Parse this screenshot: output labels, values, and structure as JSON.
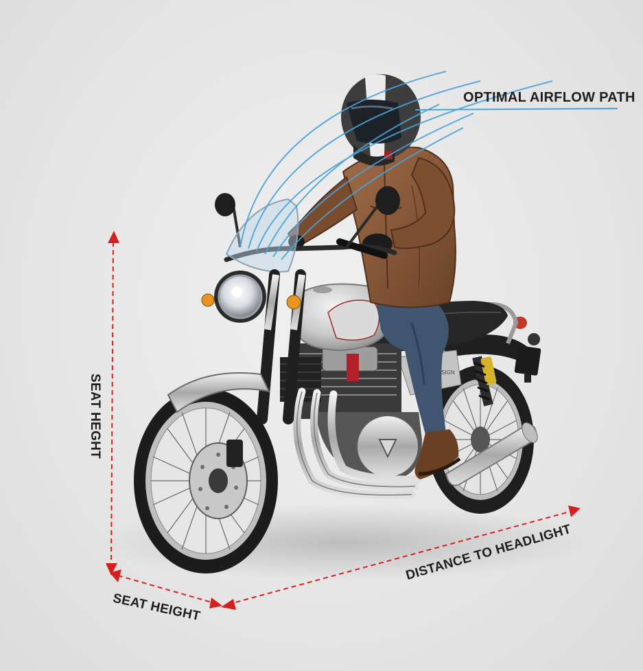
{
  "labels": {
    "airflow": "OPTIMAL AIRFLOW PATH",
    "seat_height_vertical": "SEAT HEGHT",
    "seat_height_horizontal": "SEAT HEIGHT",
    "distance_to_headlight": "DISTANCE TO HEADLIGHT"
  },
  "colors": {
    "dimension_line": "#d62020",
    "airflow": "#4aa3d8",
    "jacket": "#8a5a3b",
    "jeans": "#3f5570",
    "tank": "#c9c9c9",
    "background": "#e6e6e6"
  },
  "icons": {
    "dimension_arrowhead": "arrowhead-icon",
    "brand_badge": "triangle-badge-icon"
  }
}
